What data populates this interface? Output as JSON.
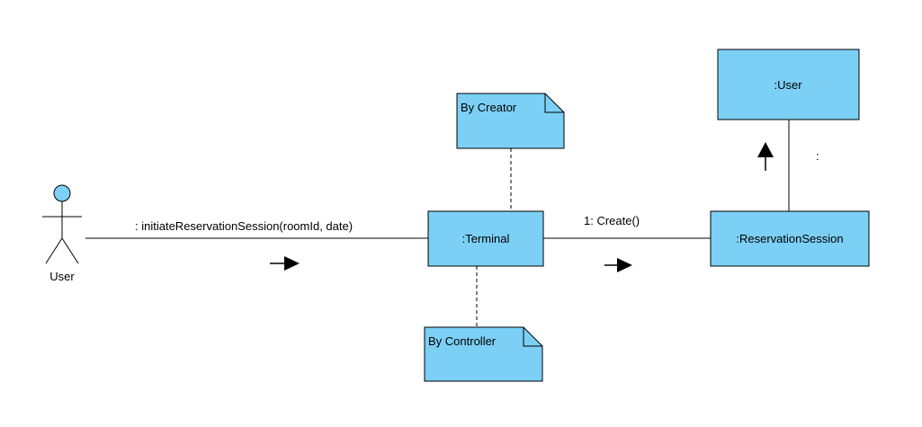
{
  "colors": {
    "fill": "#7ccff5",
    "stroke": "#000000",
    "background": "#ffffff"
  },
  "actor": {
    "label": "User"
  },
  "objects": {
    "terminal": ":Terminal",
    "reservation_session": ":ReservationSession",
    "user": ":User"
  },
  "notes": {
    "by_creator": "By Creator",
    "by_controller": "By Controller"
  },
  "messages": {
    "initiate": ": initiateReservationSession(roomId, date)",
    "create": "1: Create()",
    "session_to_user": ":"
  }
}
